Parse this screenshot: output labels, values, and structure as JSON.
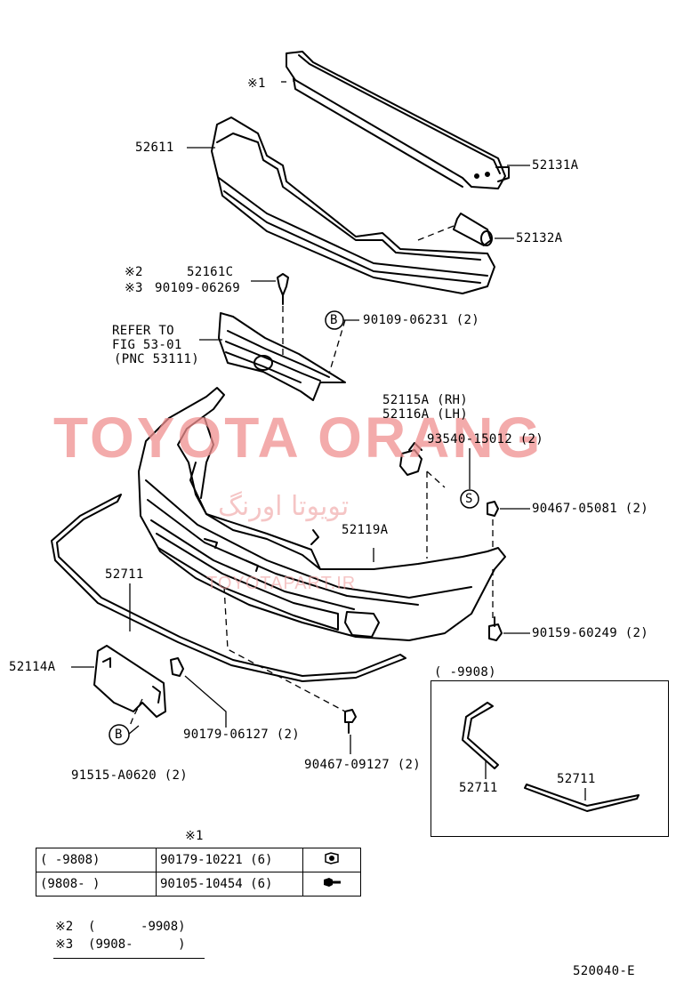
{
  "labels": {
    "ref1": "※1",
    "p52611": "52611",
    "p52131a": "52131A",
    "p52132a": "52132A",
    "ref2": "※2",
    "ref3": "※3",
    "p52161c": "52161C",
    "p90109_06269": "90109-06269",
    "refer1": "REFER TO",
    "refer2": "FIG 53-01",
    "refer3": "(PNC 53111)",
    "p90109_06231": "90109-06231 (2)",
    "p52115a": "52115A (RH)",
    "p52116a": "52116A (LH)",
    "p93540": "93540-15012 (2)",
    "p90467_05081": "90467-05081 (2)",
    "p52119a": "52119A",
    "p52711": "52711",
    "p90159": "90159-60249 (2)",
    "p52114a": "52114A",
    "p90179_06127": "90179-06127 (2)",
    "p90467_09127": "90467-09127 (2)",
    "p91515": "91515-A0620 (2)",
    "variant_header": "(      -9908)",
    "variant_p1": "52711",
    "variant_p2": "52711",
    "marker_b": "B",
    "marker_s": "S",
    "fig_id": "520040-E"
  },
  "watermark": {
    "main": "TOYOTA ORANG",
    "persian": "تویوتا اورنگ",
    "url": "TOYOTAPART.IR"
  },
  "table": {
    "title": "※1",
    "rows": [
      {
        "range": "(      -9808)",
        "part": "90179-10221 (6)",
        "icon": "nut-icon"
      },
      {
        "range": "(9808-      )",
        "part": "90105-10454 (6)",
        "icon": "bolt-icon"
      }
    ]
  },
  "notes": [
    "※2  (      -9908)",
    "※3  (9908-      )"
  ]
}
